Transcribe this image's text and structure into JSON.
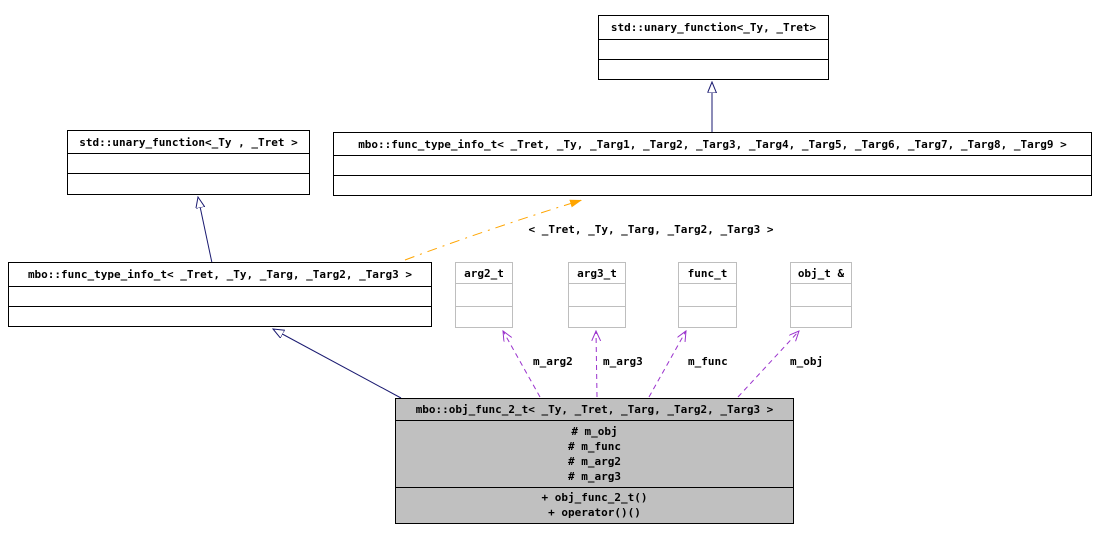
{
  "diagram": {
    "kind": "uml-collaboration-diagram",
    "colors": {
      "inheritance": "#191970",
      "usage": "#9a32cd",
      "template_instantiation": "#ffa500",
      "node_fill": "#ffffff",
      "node_border": "#000000",
      "undocumented_node_border": "#bebebe",
      "focus_node_fill": "#c0c0c0",
      "text": "#000000",
      "background": "#ffffff"
    },
    "nodes": {
      "std_unary_function_template": {
        "title": "std::unary_function<_Ty, _Tret>"
      },
      "std_unary_function_instance": {
        "title": "std::unary_function<_Ty , _Tret >"
      },
      "func_type_info_template": {
        "title": "mbo::func_type_info_t< _Tret, _Ty, _Targ1, _Targ2, _Targ3, _Targ4, _Targ5, _Targ6, _Targ7, _Targ8, _Targ9 >"
      },
      "func_type_info_instance": {
        "title": "mbo::func_type_info_t< _Tret, _Ty, _Targ, _Targ2, _Targ3 >"
      },
      "arg2_t": {
        "title": "arg2_t"
      },
      "arg3_t": {
        "title": "arg3_t"
      },
      "func_t": {
        "title": "func_t"
      },
      "obj_t_ref": {
        "title": "obj_t &"
      },
      "obj_func_2_t": {
        "title": "mbo::obj_func_2_t< _Ty, _Tret, _Targ, _Targ2, _Targ3 >",
        "attributes": [
          "# m_obj",
          "# m_func",
          "# m_arg2",
          "# m_arg3"
        ],
        "methods": [
          "+ obj_func_2_t()",
          "+ operator()()"
        ]
      }
    },
    "edge_labels": {
      "template_args": "< _Tret, _Ty, _Targ, _Targ2, _Targ3 >",
      "m_arg2": "m_arg2",
      "m_arg3": "m_arg3",
      "m_func": "m_func",
      "m_obj": "m_obj"
    }
  }
}
